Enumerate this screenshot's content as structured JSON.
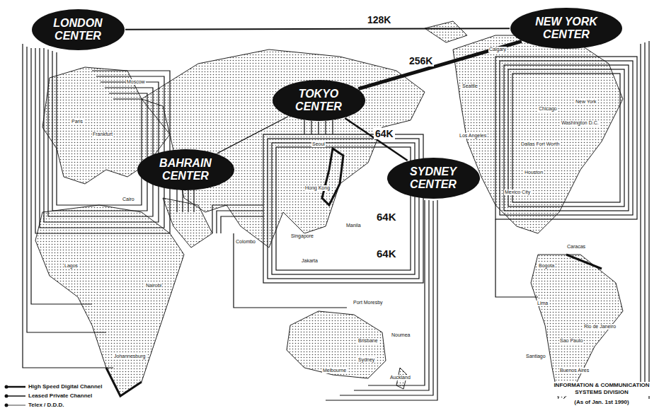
{
  "diagram": {
    "nodes": [
      {
        "text": [
          "LONDON CENTER"
        ]
      },
      {
        "text": [
          "NEW YORK CENTER"
        ]
      },
      {
        "text": [
          "TOKYO CENTER"
        ]
      },
      {
        "text": [
          "BAHRAIN CENTER"
        ]
      },
      {
        "text": [
          "SYDNEY CENTER"
        ]
      }
    ],
    "edges": [
      {
        "from": 0,
        "to": 1,
        "arrow": "none",
        "label": "128K"
      },
      {
        "from": 1,
        "to": 2,
        "arrow": "none",
        "label": "256K"
      },
      {
        "from": 2,
        "to": 3,
        "arrow": "none"
      },
      {
        "from": 2,
        "to": 4,
        "arrow": "none",
        "label": "64K"
      }
    ],
    "labels": [
      "64K",
      "64K",
      "INFORMATION & COMMUNICATION SYSTEMS DIVISION",
      "(As of Jan. 1st 1990)",
      "Seattle",
      "Calgary",
      "Chicago",
      "New York",
      "Washington D.C.",
      "Los Angeles",
      "Dallas Fort Worth",
      "Houston",
      "Mexico City",
      "Caracas",
      "Bogota",
      "Lima",
      "Sao Paulo",
      "Rio de Janeiro",
      "Santiago",
      "Buenos Aires",
      "Sydney",
      "Melbourne",
      "Brisbane",
      "Auckland",
      "Port Moresby",
      "Noumea",
      "Colombo",
      "Hong Kong",
      "Seoul",
      "Singapore",
      "Jakarta",
      "Manila",
      "Moscow",
      "Paris",
      "Frankfurt",
      "Cairo",
      "Lagos",
      "Nairobi",
      "Johannesburg"
    ],
    "legend": [
      {
        "text": "High Speed Digital Channel"
      },
      {
        "text": "Leased Private Channel"
      },
      {
        "text": "Telex / D.D.D."
      }
    ]
  }
}
